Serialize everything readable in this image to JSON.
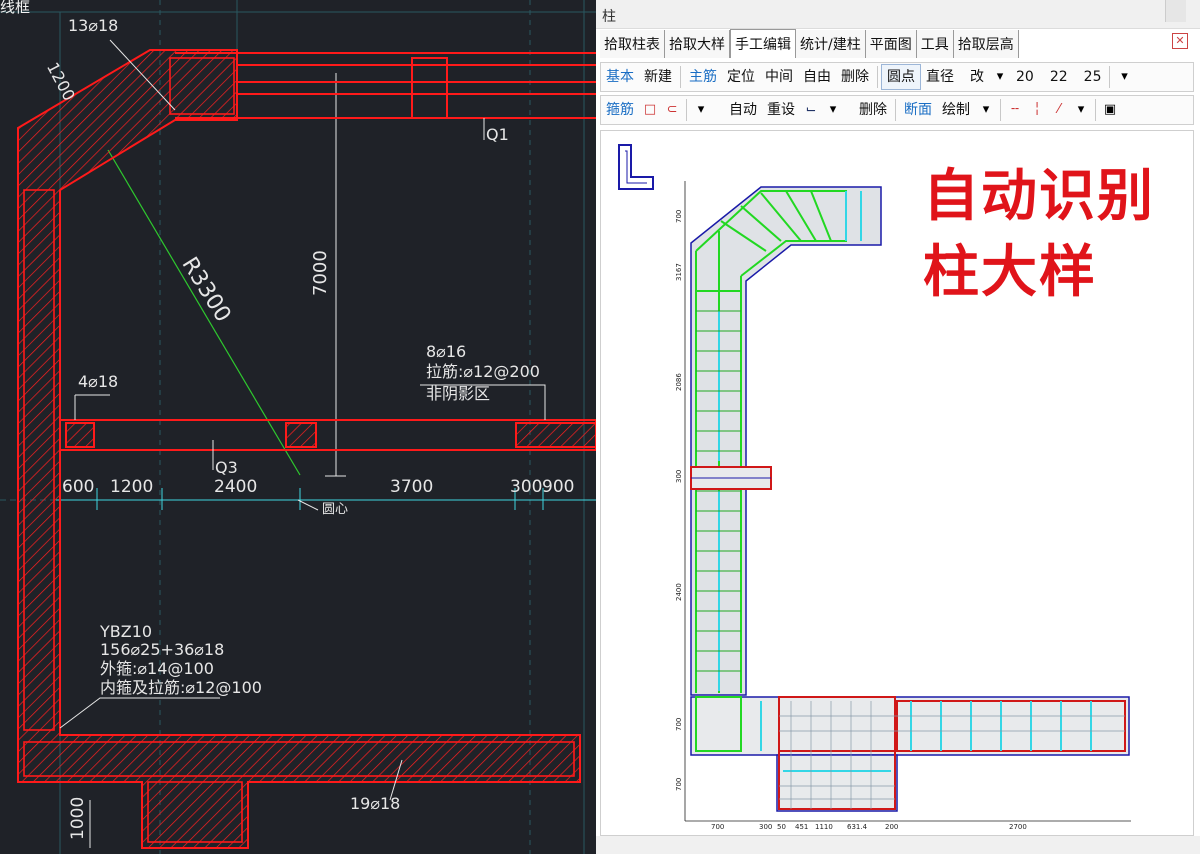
{
  "cad": {
    "corner_label": "线框",
    "labels": {
      "top_rebar": "13⌀18",
      "dim_1200": "1200",
      "radius": "R3300",
      "dim_7000": "7000",
      "wall_q1": "Q1",
      "group_rebar": "8⌀16",
      "tie_bar": "拉筋:⌀12@200",
      "non_shadow": "非阴影区",
      "left_rebar": "4⌀18",
      "wall_q3": "Q3",
      "center": "圆心",
      "col_id": "YBZ10",
      "col_rebar": "156⌀25+36⌀18",
      "col_outer": "外箍:⌀14@100",
      "col_inner": "内箍及拉筋:⌀12@100",
      "bottom_rebar": "19⌀18",
      "dim_1000": "1000"
    },
    "dims": [
      "600",
      "1200",
      "2400",
      "3700",
      "300",
      "900"
    ]
  },
  "panel": {
    "title": "柱",
    "tabs": [
      "拾取柱表",
      "拾取大样",
      "手工编辑",
      "统计/建柱",
      "平面图",
      "工具",
      "拾取层高"
    ],
    "active_tab": 2,
    "toolbar1": {
      "basic": "基本",
      "new": "新建",
      "main_rebar": "主筋",
      "locate": "定位",
      "middle": "中间",
      "free": "自由",
      "delete": "删除",
      "circle_pt": "圆点",
      "diameter": "直径",
      "modify": "改",
      "d20": "20",
      "d22": "22",
      "d25": "25"
    },
    "toolbar2": {
      "stirrup": "箍筋",
      "auto": "自动",
      "reset": "重设",
      "delete": "删除",
      "section": "断面",
      "draw": "绘制"
    },
    "overlay": {
      "line1": "自动识别",
      "line2": "柱大样"
    },
    "dims_left": [
      "700",
      "3167",
      "2086",
      "300",
      "2400",
      "700",
      "700"
    ],
    "dims_bottom": [
      "700",
      "300",
      "50",
      "451",
      "1110",
      "631.4",
      "200",
      "2700"
    ]
  },
  "colors": {
    "cad_bg": "#1f2228",
    "rebar_red": "#ff1a1a",
    "cad_line": "#3fd6e0",
    "stirrup_green": "#22d822",
    "cyan": "#33d6e6",
    "overlay_red": "#e0141a",
    "outline_blue": "#1a1aa8"
  }
}
